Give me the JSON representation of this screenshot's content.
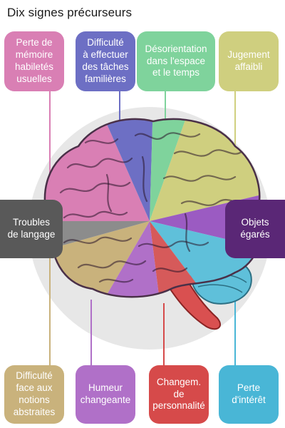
{
  "title": "Dix signes précurseurs",
  "signs": [
    {
      "lines": [
        "Perte de",
        "mémoire",
        "habiletés",
        "usuelles"
      ],
      "color": "#d97fb4"
    },
    {
      "lines": [
        "Difficulté",
        "à effectuer",
        "des tâches",
        "familières"
      ],
      "color": "#6d6fc4"
    },
    {
      "lines": [
        "Désorientation",
        "dans l'espace",
        "et le temps"
      ],
      "color": "#7fd39c"
    },
    {
      "lines": [
        "Jugement",
        "affaibli"
      ],
      "color": "#cfcf7f"
    },
    {
      "lines": [
        "Troubles",
        "de langage"
      ],
      "color": "#595959"
    },
    {
      "lines": [
        "Objets",
        "égarés"
      ],
      "color": "#5a2776"
    },
    {
      "lines": [
        "Difficulté",
        "face aux",
        "notions",
        "abstraites"
      ],
      "color": "#c9b27c"
    },
    {
      "lines": [
        "Humeur",
        "changeante"
      ],
      "color": "#b070c8"
    },
    {
      "lines": [
        "Changem.",
        "de",
        "personnalité"
      ],
      "color": "#d64a4a"
    },
    {
      "lines": [
        "Perte",
        "d'intérêt"
      ],
      "color": "#49b6d6"
    }
  ]
}
